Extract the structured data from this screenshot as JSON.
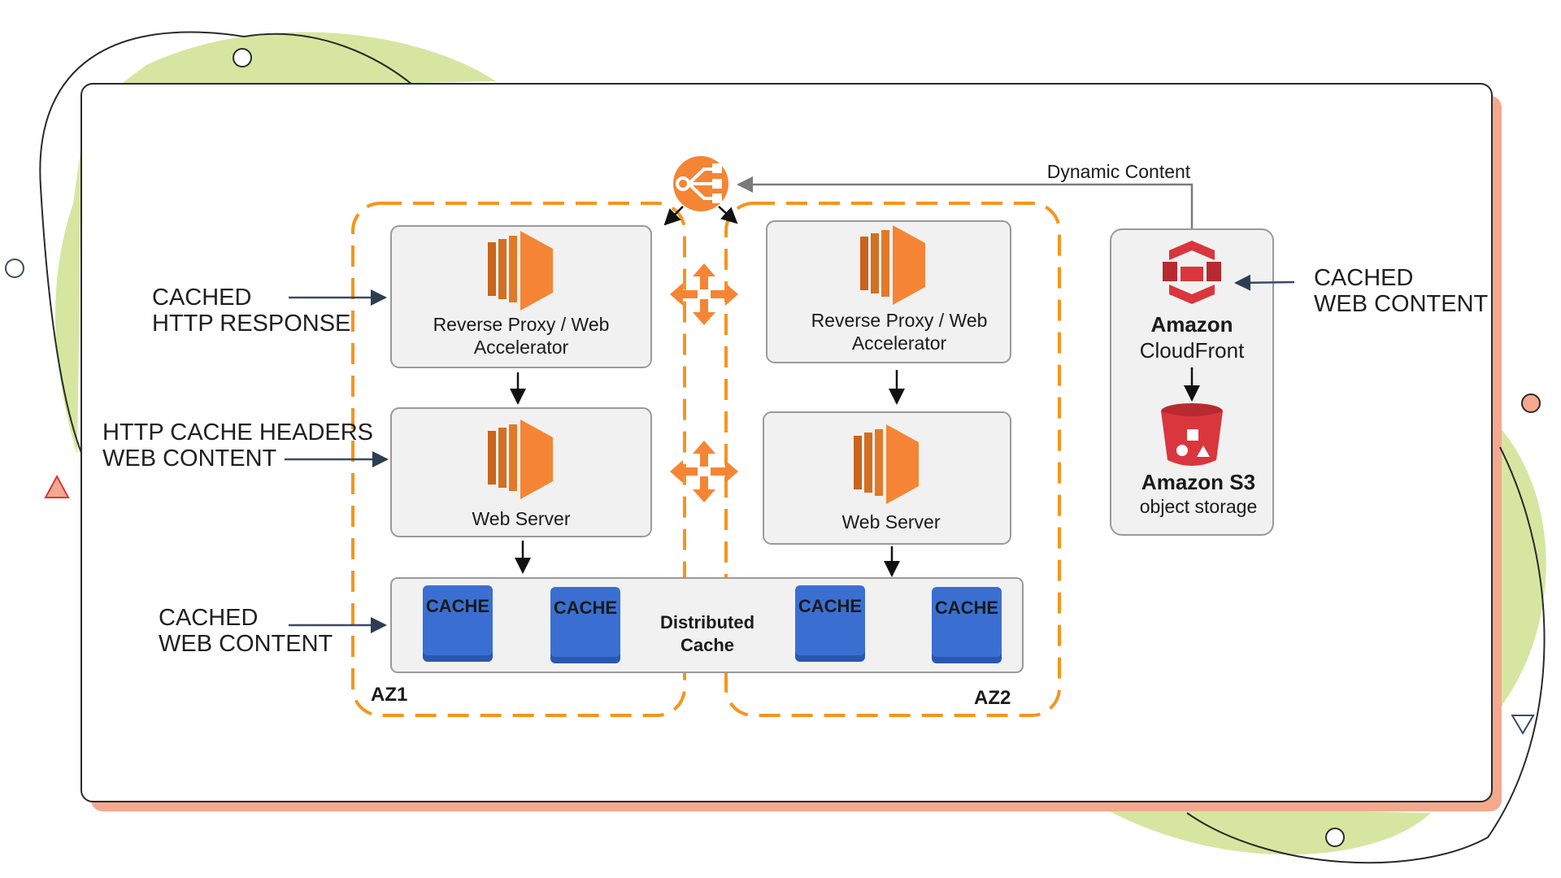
{
  "diagram": {
    "left_labels": {
      "cached_http_response": [
        "CACHED",
        "HTTP RESPONSE"
      ],
      "http_cache_headers": [
        "HTTP CACHE HEADERS",
        "WEB CONTENT"
      ],
      "cached_web_content": [
        "CACHED",
        "WEB CONTENT"
      ]
    },
    "right_label": [
      "CACHED",
      "WEB CONTENT"
    ],
    "dynamic_content": "Dynamic Content",
    "az1": {
      "label": "AZ1",
      "proxy": [
        "Reverse Proxy / Web",
        "Accelerator"
      ],
      "web_server": "Web Server"
    },
    "az2": {
      "label": "AZ2",
      "proxy": [
        "Reverse Proxy / Web",
        "Accelerator"
      ],
      "web_server": "Web Server"
    },
    "distributed_cache": [
      "Distributed",
      "Cache"
    ],
    "cache_label": "CACHE",
    "cloudfront": [
      "Amazon",
      "CloudFront"
    ],
    "s3": [
      "Amazon S3",
      "object storage"
    ],
    "colors": {
      "aws_orange": "#f58534",
      "az_border": "#f7941d",
      "cache_blue": "#3a6fd1",
      "aws_red": "#d9363e",
      "deco_green": "#d6e6a1",
      "deco_salmon": "#f4a98f"
    }
  }
}
